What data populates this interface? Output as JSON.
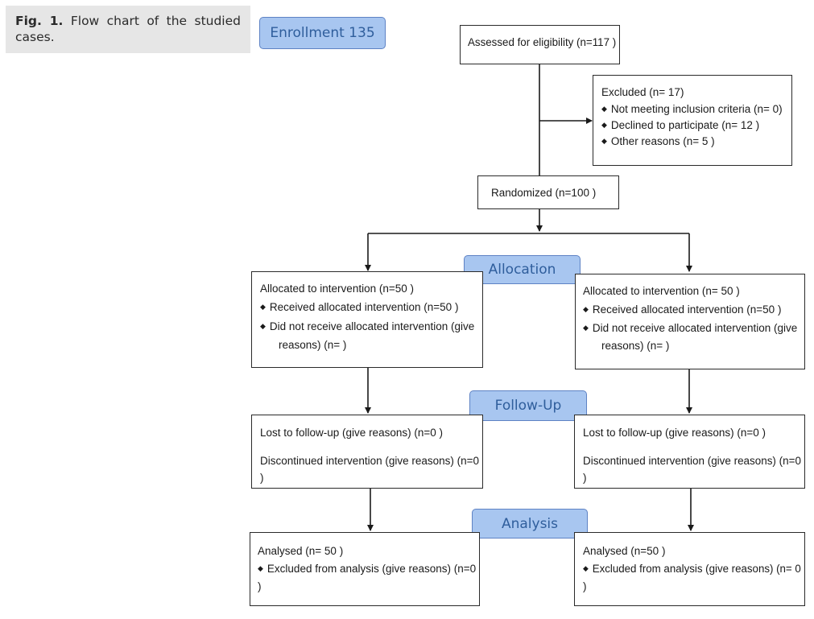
{
  "caption": {
    "fig_label": "Fig. 1.",
    "text": "Flow chart of the studied cases."
  },
  "phases": {
    "enrollment": "Enrollment 135",
    "allocation": "Allocation",
    "followup": "Follow-Up",
    "analysis": "Analysis"
  },
  "assessed": "Assessed for eligibility (n=117 )",
  "excluded": {
    "title": "Excluded (n= 17)",
    "items": [
      "Not meeting inclusion criteria (n= 0)",
      "Declined to participate (n= 12 )",
      "Other reasons (n= 5 )"
    ]
  },
  "randomized": "Randomized (n=100 )",
  "allocation": {
    "left": {
      "title": "Allocated to intervention (n=50 )",
      "received": "Received allocated intervention (n=50 )",
      "not_received": "Did not receive allocated intervention (give",
      "not_received_cont": "reasons) (n= )"
    },
    "right": {
      "title": "Allocated to intervention (n= 50 )",
      "received": "Received allocated intervention (n=50 )",
      "not_received": "Did not receive allocated intervention (give",
      "not_received_cont": "reasons) (n= )"
    }
  },
  "followup": {
    "left": {
      "lost": "Lost to follow-up (give reasons) (n=0 )",
      "discontinued": "Discontinued intervention (give reasons) (n=0",
      "discontinued_cont": ")"
    },
    "right": {
      "lost": "Lost to follow-up (give reasons) (n=0 )",
      "discontinued": "Discontinued intervention (give reasons) (n=0",
      "discontinued_cont": ")"
    }
  },
  "analysis": {
    "left": {
      "analysed": "Analysed (n= 50 )",
      "excluded": "Excluded from analysis (give reasons) (n=0",
      "excluded_cont": ")"
    },
    "right": {
      "analysed": "Analysed (n=50 )",
      "excluded": "Excluded from analysis (give reasons) (n= 0",
      "excluded_cont": ")"
    }
  },
  "icons": {
    "bullet": "◆"
  }
}
